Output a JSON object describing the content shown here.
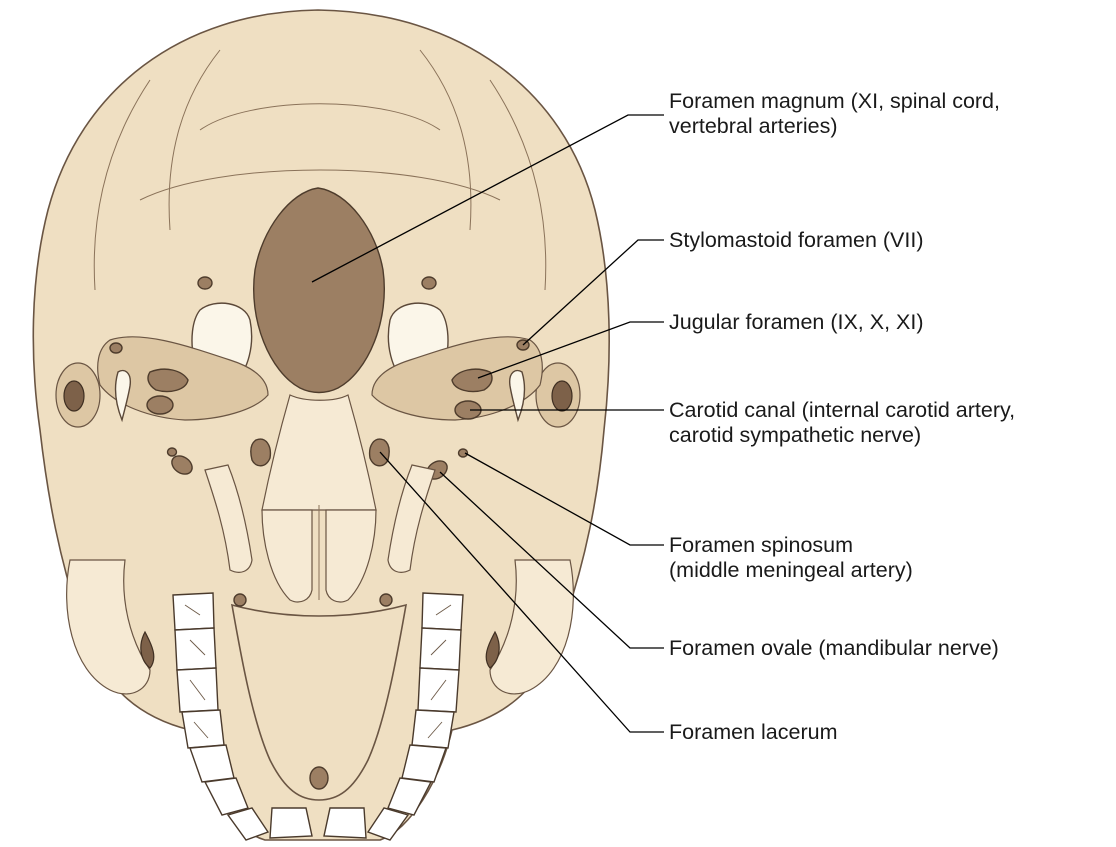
{
  "labels": {
    "foramen_magnum": {
      "line1": "Foramen magnum (XI, spinal cord,",
      "line2": "vertebral arteries)"
    },
    "stylomastoid_foramen": {
      "line1": "Stylomastoid foramen (VII)"
    },
    "jugular_foramen": {
      "line1": "Jugular foramen (IX, X, XI)"
    },
    "carotid_canal": {
      "line1": "Carotid canal (internal carotid artery,",
      "line2": "carotid sympathetic nerve)"
    },
    "foramen_spinosum": {
      "line1": "Foramen spinosum",
      "line2": "(middle meningeal artery)"
    },
    "foramen_ovale": {
      "line1": "Foramen ovale (mandibular nerve)"
    },
    "foramen_lacerum": {
      "line1": "Foramen lacerum"
    }
  },
  "colors": {
    "bone": "#efdfc2",
    "bone_outline": "#6a5543",
    "foramen_fill": "#9c7f63",
    "teeth": "#ffffff",
    "leader_lines": "#000000"
  }
}
